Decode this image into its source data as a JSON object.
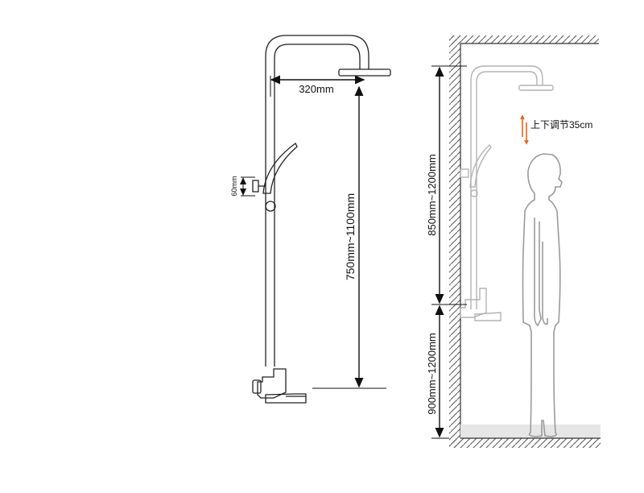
{
  "left_diagram": {
    "width_label": "320mm",
    "height_label": "750mm~1100mm",
    "bracket_label": "60mm"
  },
  "right_diagram": {
    "upper_label": "850mm~1200mm",
    "lower_label": "900mm~1200mm",
    "adjust_label": "上下调节35cm"
  },
  "colors": {
    "line": "#222222",
    "fixture": "#b3b3b3",
    "accent": "#e8641e",
    "floor": "#e6e6e6"
  }
}
